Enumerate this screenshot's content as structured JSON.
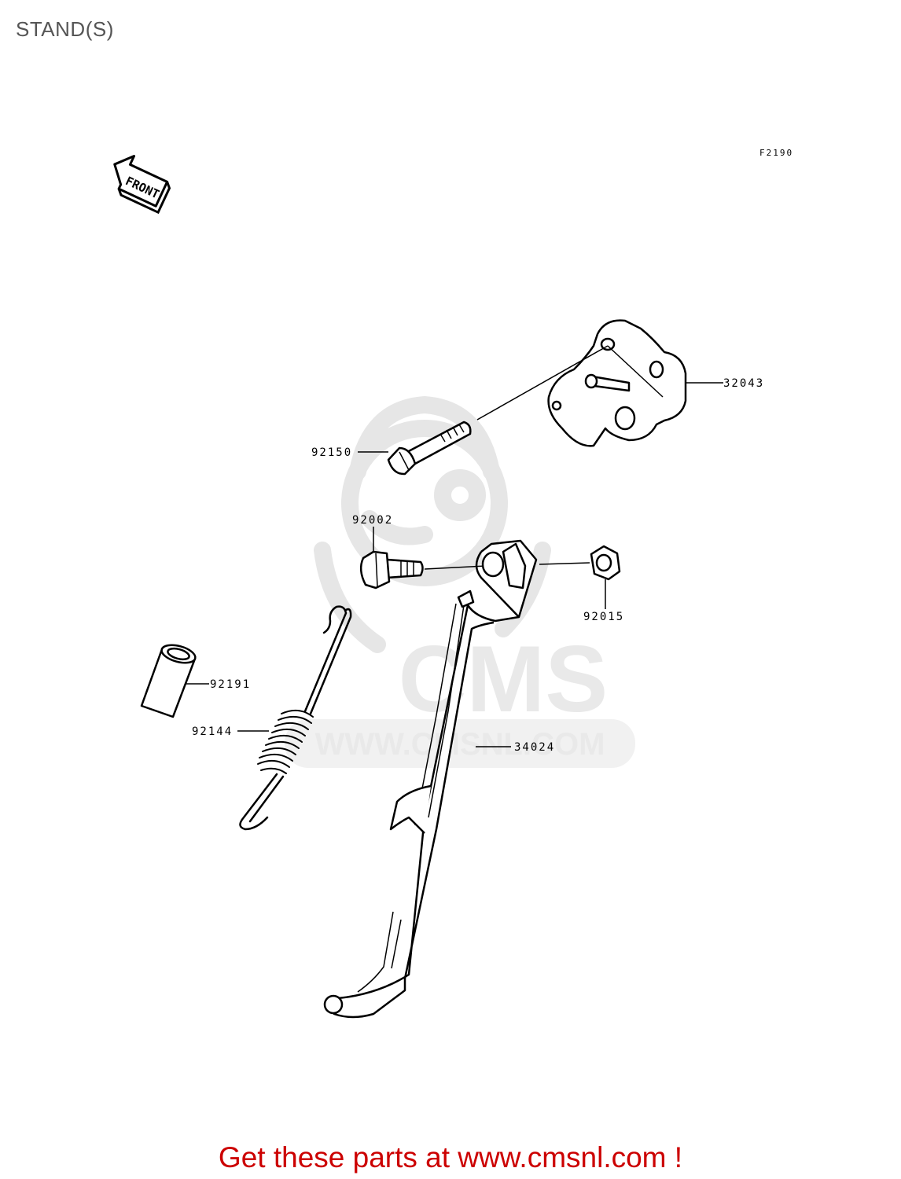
{
  "page": {
    "title": "STAND(S)"
  },
  "figure_code": "F2190",
  "front_indicator": "FRONT",
  "watermark": {
    "brand": "CMS",
    "url": "WWW.CMSNL.COM"
  },
  "parts": [
    {
      "id": "32043"
    },
    {
      "id": "92150"
    },
    {
      "id": "92002"
    },
    {
      "id": "92015"
    },
    {
      "id": "92191"
    },
    {
      "id": "92144"
    },
    {
      "id": "34024"
    }
  ],
  "footer": {
    "text": "Get these parts at www.cmsnl.com !",
    "color": "#cc0000"
  }
}
